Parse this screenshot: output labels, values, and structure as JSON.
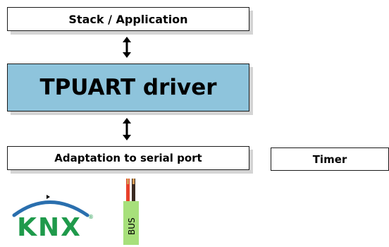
{
  "boxes": {
    "stack": "Stack / Application",
    "driver": "TPUART driver",
    "adaptation": "Adaptation to serial port",
    "timer": "Timer"
  },
  "logo": {
    "text": "KNX",
    "registered": "®"
  },
  "bus": {
    "label": "BUS"
  },
  "colors": {
    "driver_fill": "#8ec4dc",
    "knx_green": "#1f9a4b",
    "knx_arc_blue": "#2a6fae",
    "cable_green": "#a7e07b",
    "wire_red": "#e8402a",
    "wire_copper": "#d49a55"
  },
  "icons": [
    "double-arrow-icon",
    "knx-logo",
    "bus-cable-icon"
  ]
}
